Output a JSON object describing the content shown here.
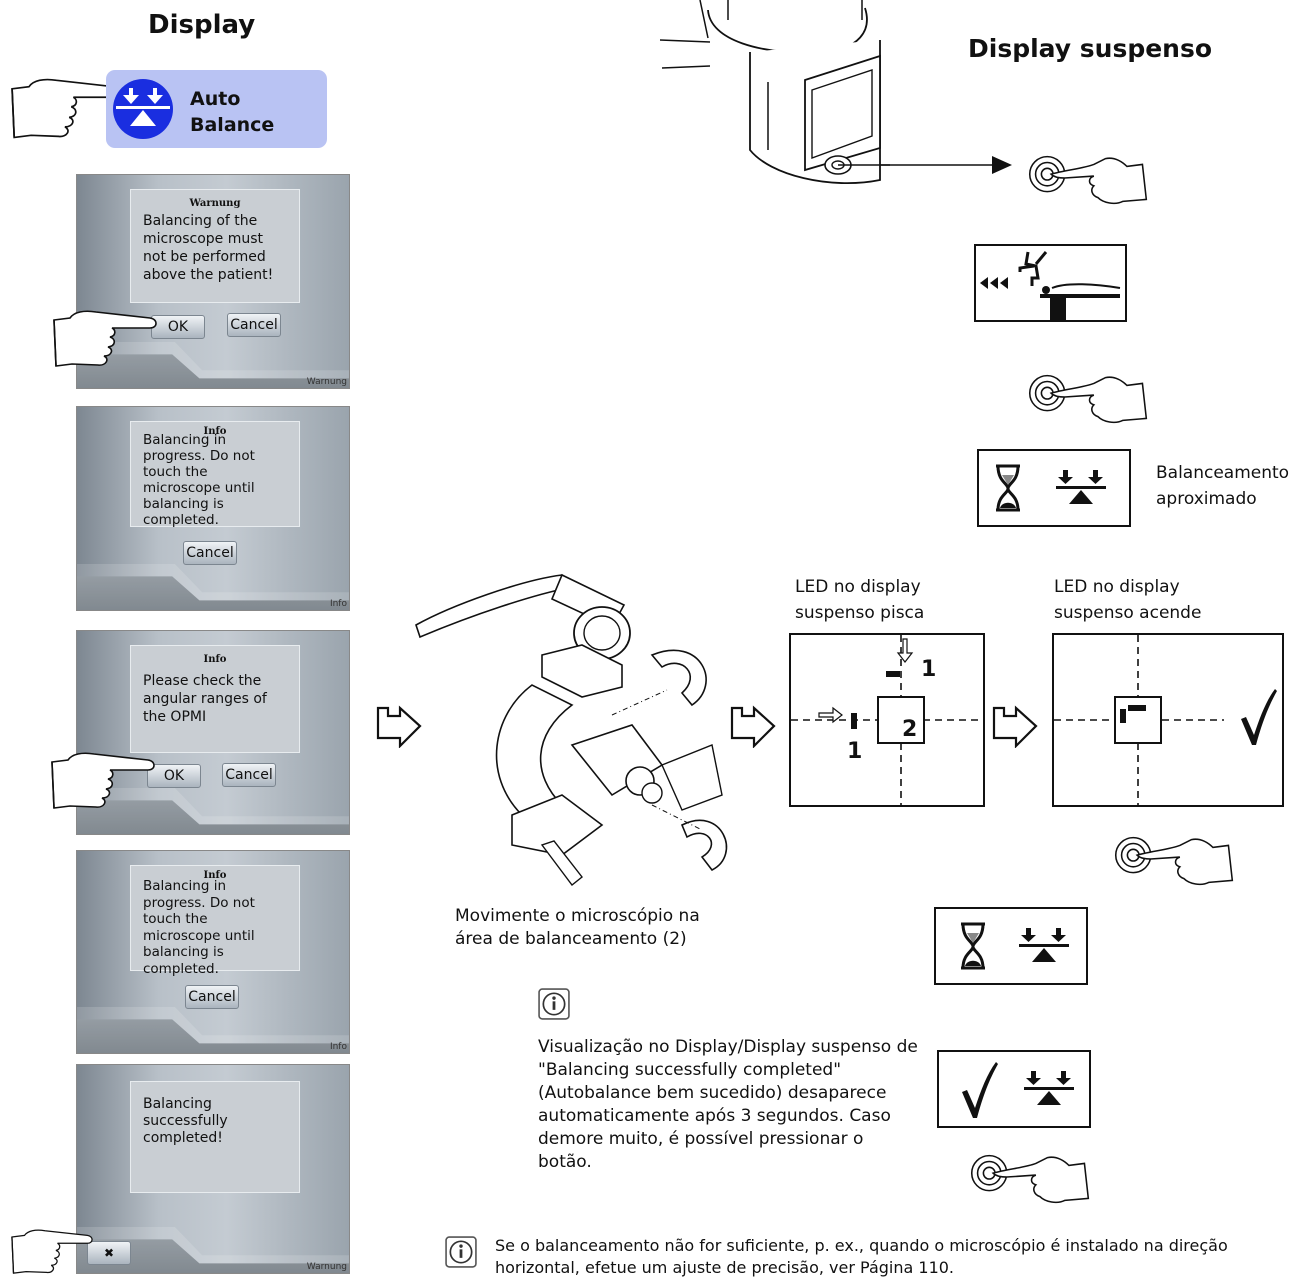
{
  "headings": {
    "display": "Display",
    "pendant": "Display suspenso"
  },
  "auto_balance": {
    "line1": "Auto",
    "line2": "Balance"
  },
  "screens": [
    {
      "title": "Warnung",
      "message": "Balancing of the microscope must not be performed above the patient!",
      "ok": "OK",
      "cancel": "Cancel",
      "corner": "Warnung"
    },
    {
      "title": "Info",
      "message": "Balancing in progress. Do not touch the microscope until balancing is completed.",
      "cancel": "Cancel",
      "corner": "Info"
    },
    {
      "title": "Info",
      "message": "Please check the angular ranges of the OPMI",
      "ok": "OK",
      "cancel": "Cancel"
    },
    {
      "title": "Info",
      "message": "Balancing in progress. Do not touch the microscope until balancing is completed.",
      "cancel": "Cancel",
      "corner": "Info"
    },
    {
      "message": "Balancing successfully completed!",
      "corner": "Warnung"
    }
  ],
  "labels": {
    "coarse_balancing": "Balanceamento aproximado",
    "led_blinks": "LED no display suspenso pisca",
    "led_lights": "LED no display suspenso acende",
    "move_microscope": "Movimente o microscópio na área de balanceamento (2)",
    "area_mark_1": "1",
    "area_mark_2": "2"
  },
  "notes": {
    "display_info": "Visualização no Display/Display suspenso de \"Balancing successfully completed\" (Autobalance bem sucedido) desaparece automaticamente após 3 segundos. Caso demore muito, é possível pressionar o botão.",
    "footer": "Se o balanceamento não for suficiente, p. ex., quando o microscópio é instalado na direção horizontal, efetue um ajuste de precisão, ver Página 110."
  },
  "colors": {
    "accent_blue": "#1a2ee0",
    "panel_blue": "#b9c3f3"
  }
}
